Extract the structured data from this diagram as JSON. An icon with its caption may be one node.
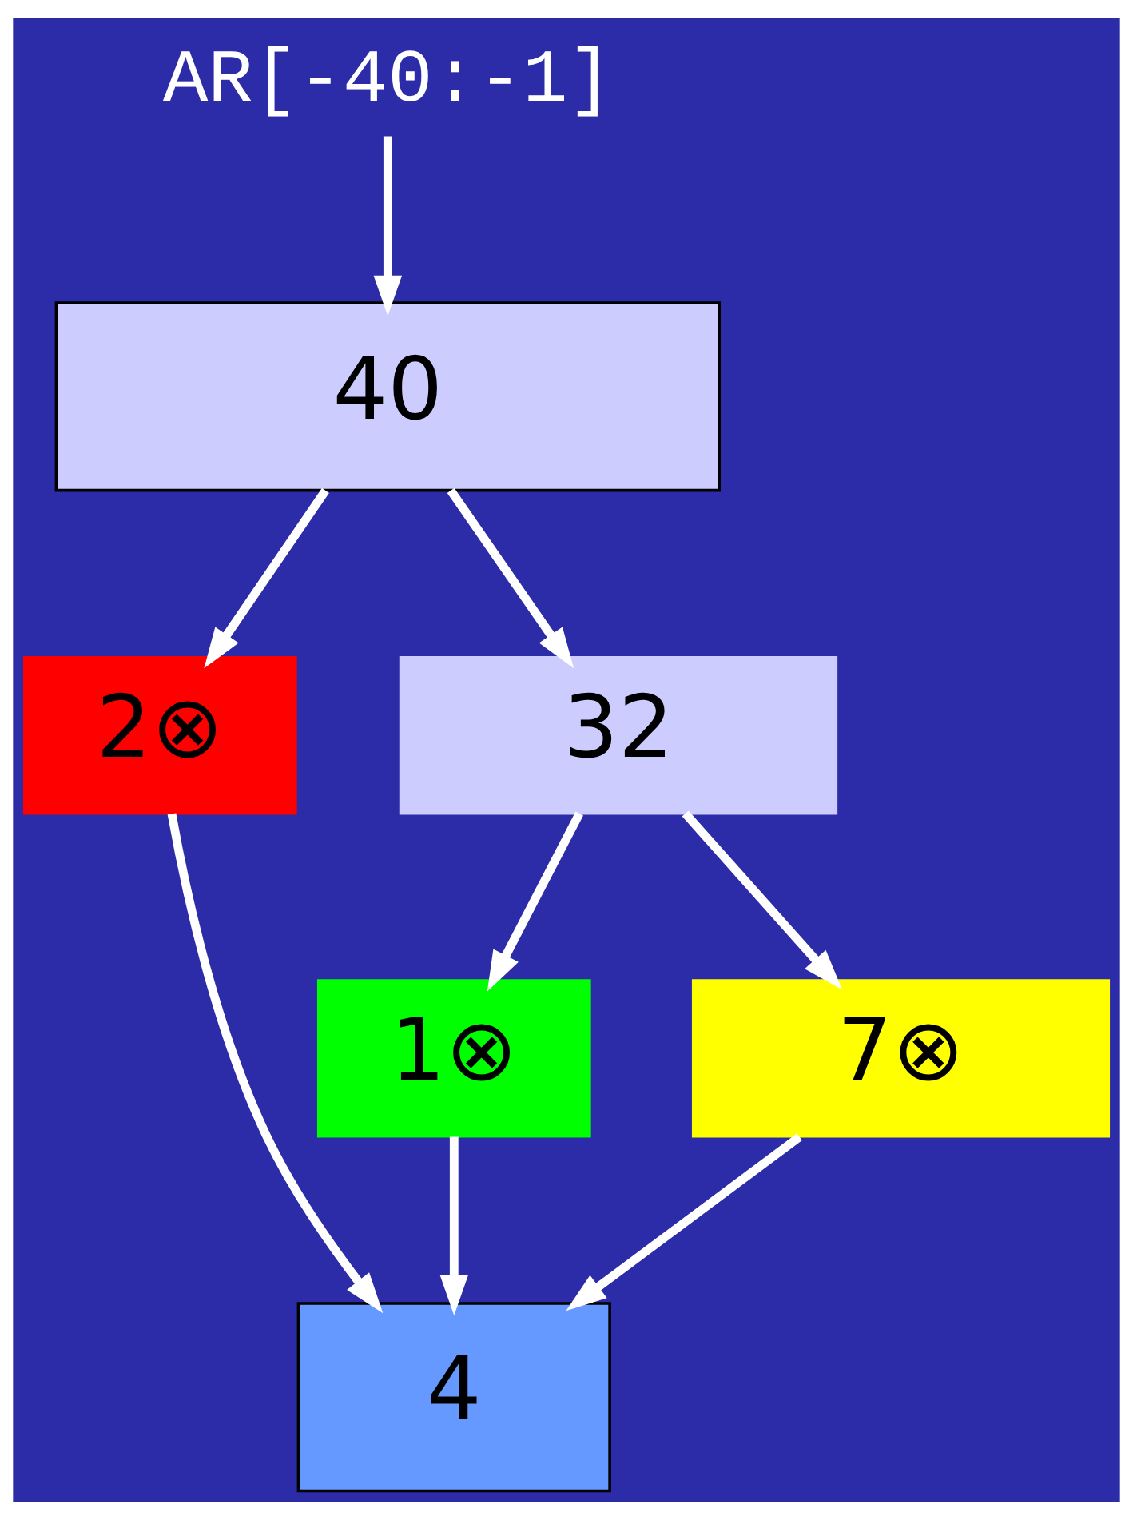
{
  "diagram": {
    "nodes": [
      {
        "text": [
          "AR[-40:-1]"
        ]
      },
      {
        "text": [
          "40"
        ]
      },
      {
        "text": [
          "2⊗"
        ]
      },
      {
        "text": [
          "32"
        ]
      },
      {
        "text": [
          "1⊗"
        ]
      },
      {
        "text": [
          "7⊗"
        ]
      },
      {
        "text": [
          "4"
        ]
      }
    ],
    "edges": [
      {
        "from": 0,
        "to": 1,
        "arrow": "to"
      },
      {
        "from": 1,
        "to": 2,
        "arrow": "to"
      },
      {
        "from": 1,
        "to": 3,
        "arrow": "to"
      },
      {
        "from": 2,
        "to": 6,
        "arrow": "to"
      },
      {
        "from": 3,
        "to": 4,
        "arrow": "to"
      },
      {
        "from": 3,
        "to": 5,
        "arrow": "to"
      },
      {
        "from": 4,
        "to": 6,
        "arrow": "to"
      },
      {
        "from": 5,
        "to": 6,
        "arrow": "to"
      }
    ]
  }
}
